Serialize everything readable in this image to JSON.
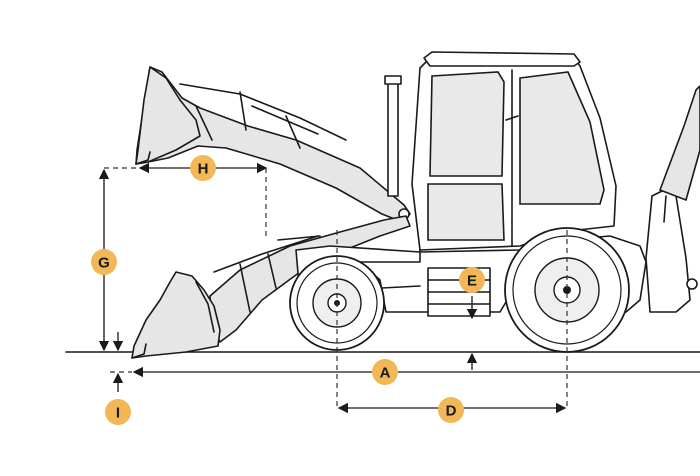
{
  "colors": {
    "badge": "#f2b756",
    "line": "#1a1a1a",
    "body_fill": "#e6e6e6"
  },
  "dimension_labels": {
    "A": "A",
    "D": "D",
    "E": "E",
    "G": "G",
    "H": "H",
    "I": "I"
  }
}
